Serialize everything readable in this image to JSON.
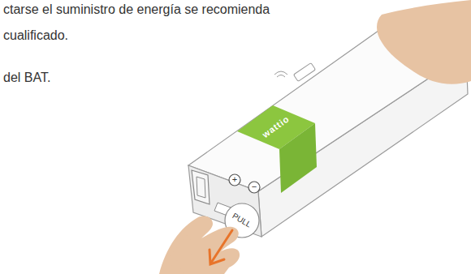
{
  "diagram": {
    "labels": [
      "ctarse el suministro de energía se recomienda",
      "cualificado.",
      "del BAT.",
      "wattio",
      "PULL",
      "+",
      "−"
    ]
  }
}
